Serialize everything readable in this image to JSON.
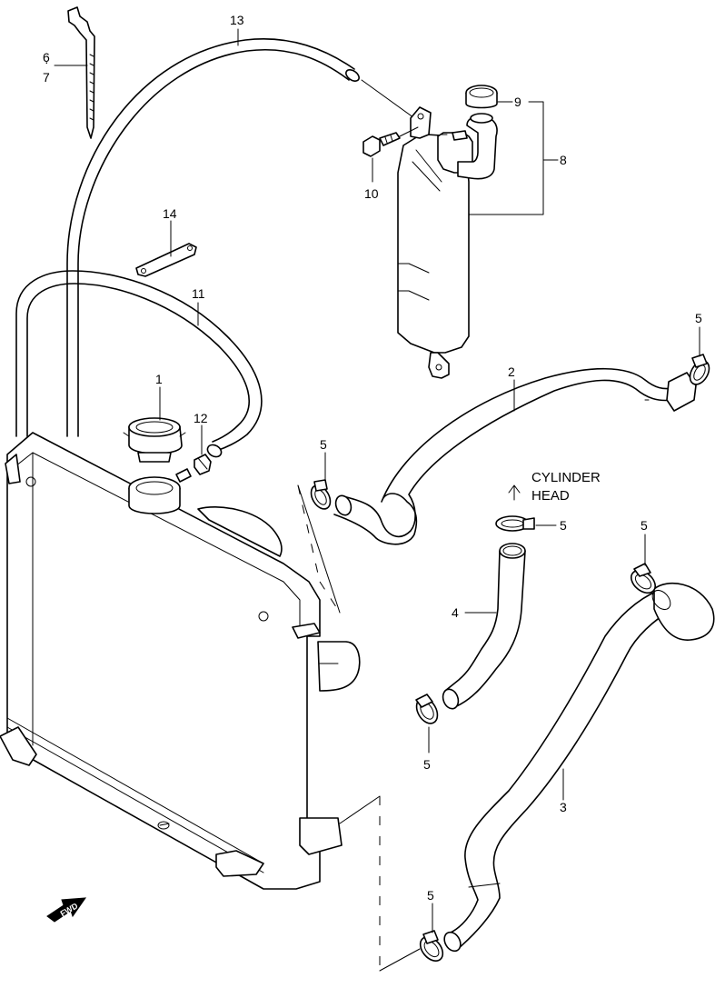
{
  "callouts": {
    "c1": "1",
    "c2": "2",
    "c3": "3",
    "c4": "4",
    "c5a": "5",
    "c5b": "5",
    "c5c": "5",
    "c5d": "5",
    "c5e": "5",
    "c5f": "5",
    "c6": "6",
    "c7": "7",
    "c8": "8",
    "c9": "9",
    "c10": "10",
    "c11": "11",
    "c12": "12",
    "c13": "13",
    "c14": "14"
  },
  "annotation": {
    "line1": "CYLINDER",
    "line2": "HEAD"
  },
  "fwd_marker": {
    "label": "FWD"
  }
}
